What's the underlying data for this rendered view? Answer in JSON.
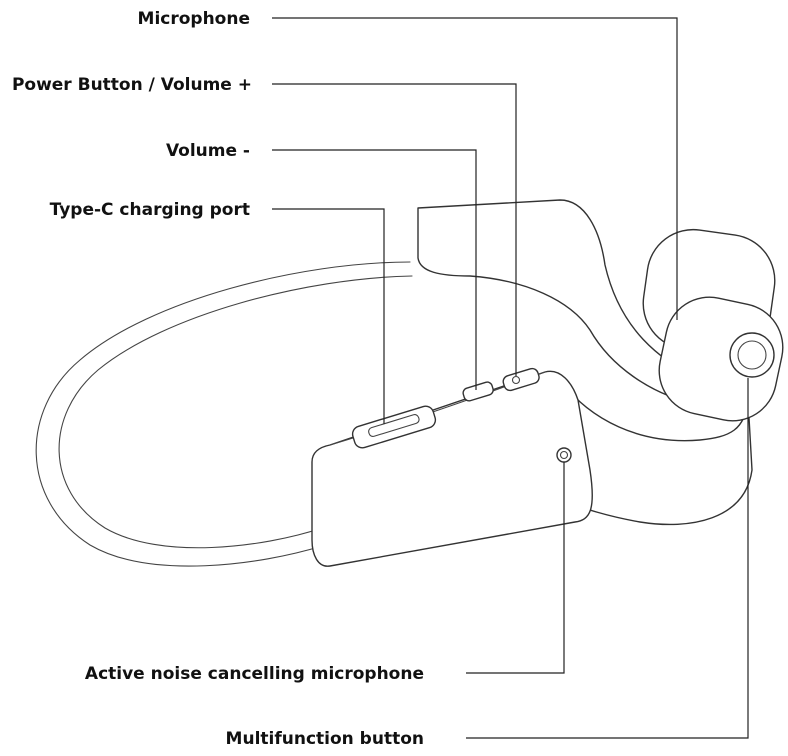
{
  "labels": {
    "microphone": "Microphone",
    "power_volume_up": "Power Button / Volume +",
    "volume_down": "Volume -",
    "type_c_port": "Type-C charging port",
    "anc_microphone": "Active noise cancelling microphone",
    "multifunction_button": "Multifunction button"
  }
}
